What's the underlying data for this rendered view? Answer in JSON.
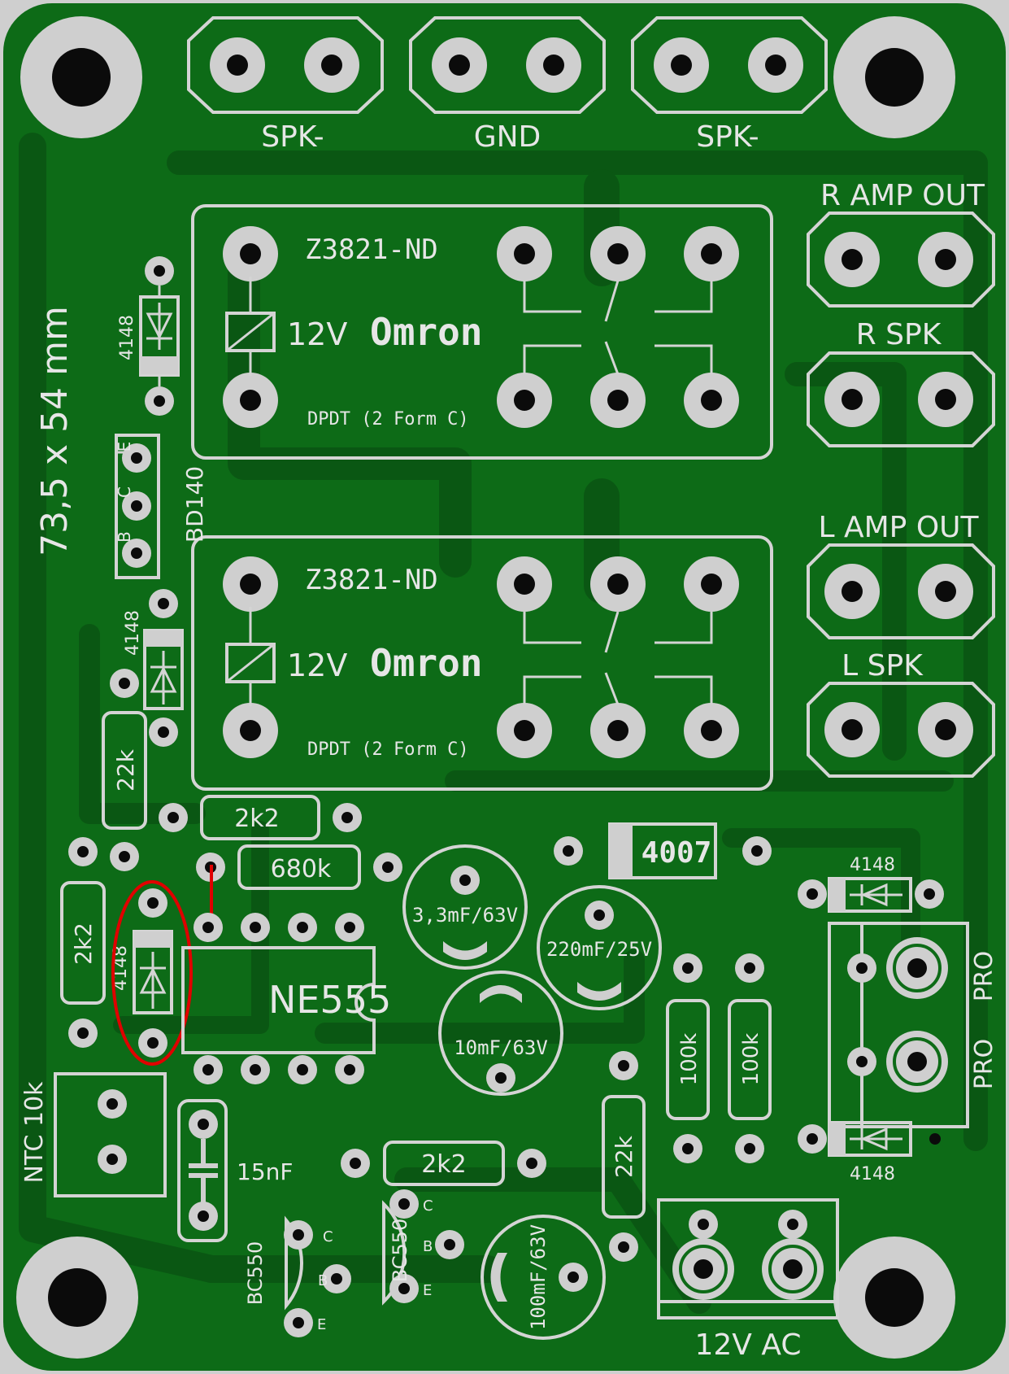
{
  "colors": {
    "board": "#0d6b17",
    "copper": "#0a5713",
    "silkscreen": "#e0e0e0",
    "pad": "#cfcfcf",
    "drill": "#0b0b0b",
    "highlight": "#e00000"
  },
  "labels": {
    "dimensions": "73,5 x 54 mm",
    "spk_left": "SPK-",
    "gnd": "GND",
    "spk_right": "SPK-",
    "r_amp_out": "R AMP OUT",
    "r_spk": "R SPK",
    "l_amp_out": "L AMP OUT",
    "l_spk": "L SPK",
    "pro_top": "PRO",
    "pro_bottom": "PRO",
    "ac_input": "12V AC",
    "ntc": "NTC 10k"
  },
  "relays": [
    {
      "part": "Z3821-ND",
      "voltage": "12V",
      "brand": "Omron",
      "type": "DPDT (2 Form C)"
    },
    {
      "part": "Z3821-ND",
      "voltage": "12V",
      "brand": "Omron",
      "type": "DPDT (2 Form C)"
    }
  ],
  "components": {
    "d_top": "4148",
    "transistor": "BD140",
    "transistor_pins": [
      "E",
      "C",
      "B"
    ],
    "d_mid": "4148",
    "r_22k_left": "22k",
    "r_2k2_top": "2k2",
    "r_680k": "680k",
    "r_2k2_left": "2k2",
    "d_highlighted": "4148",
    "ic": "NE555",
    "cap_3_3mf": "3,3mF/63V",
    "cap_220mf": "220mF/25V",
    "cap_10mf": "10mF/63V",
    "cap_100mf": "100mF/63V",
    "d_4007": "4007",
    "d_right_top": "4148",
    "d_right_bottom": "4148",
    "r_100k_a": "100k",
    "r_100k_b": "100k",
    "r_22k_right": "22k",
    "r_2k2_bottom": "2k2",
    "cap_15nf": "15nF",
    "q1": "BC550",
    "q2": "BC550",
    "bc_pins": [
      "C",
      "B",
      "E"
    ]
  }
}
